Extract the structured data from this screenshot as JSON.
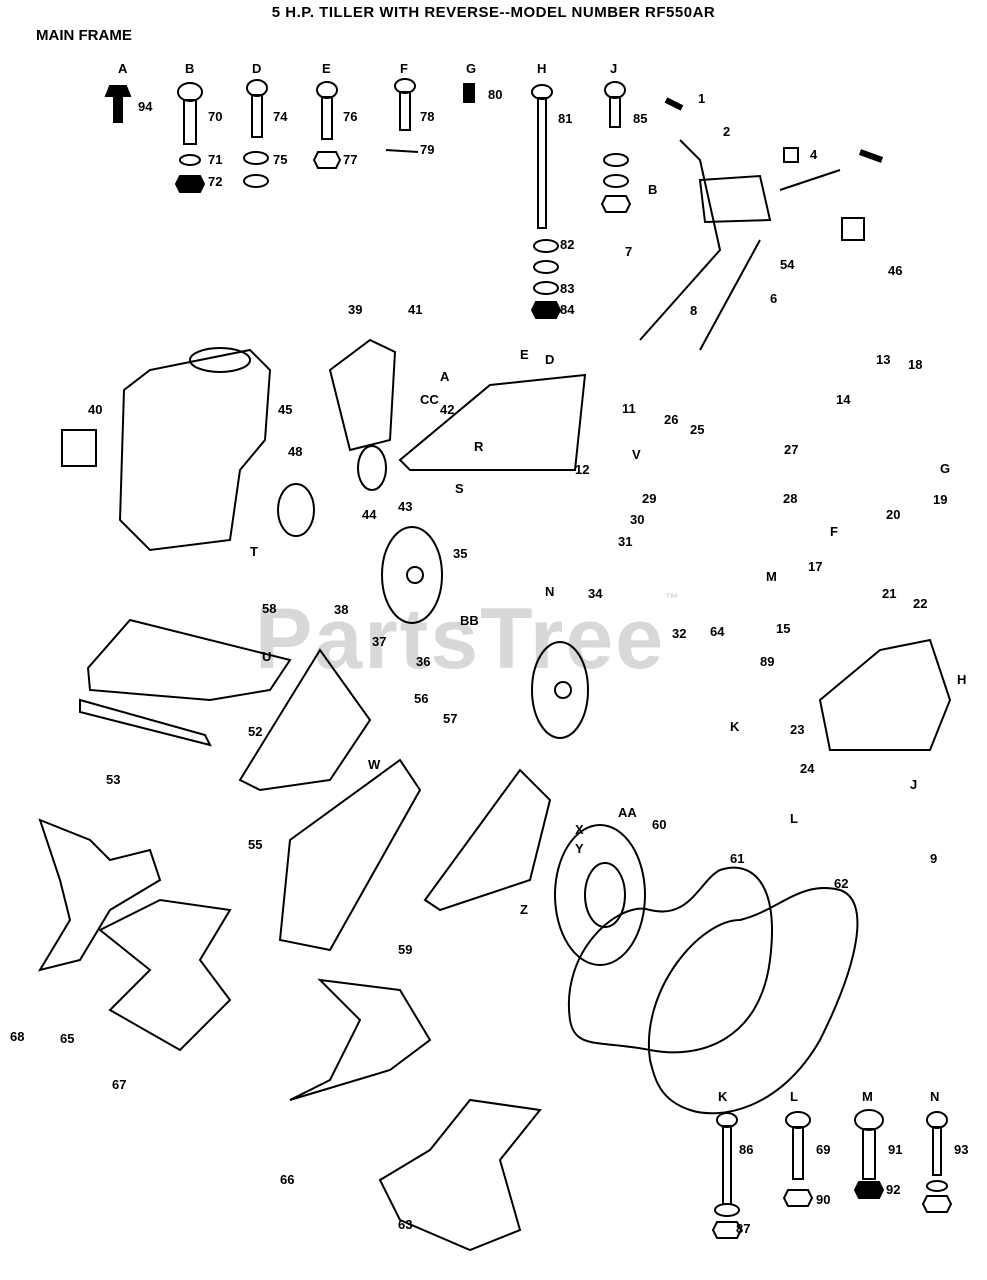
{
  "title": "5 H.P. TILLER WITH REVERSE--MODEL NUMBER RF550AR",
  "section": "MAIN FRAME",
  "watermark": "PartsTree",
  "watermark_mark": "™",
  "callouts": [
    "1",
    "2",
    "4",
    "6",
    "7",
    "8",
    "9",
    "11",
    "12",
    "13",
    "14",
    "15",
    "17",
    "18",
    "19",
    "20",
    "21",
    "22",
    "23",
    "24",
    "25",
    "26",
    "27",
    "28",
    "29",
    "30",
    "31",
    "32",
    "34",
    "35",
    "36",
    "37",
    "38",
    "39",
    "40",
    "41",
    "42",
    "43",
    "44",
    "45",
    "46",
    "48",
    "52",
    "53",
    "54",
    "55",
    "56",
    "57",
    "58",
    "59",
    "60",
    "61",
    "62",
    "63",
    "64",
    "65",
    "66",
    "67",
    "68",
    "69",
    "70",
    "71",
    "72",
    "74",
    "75",
    "76",
    "77",
    "78",
    "79",
    "80",
    "81",
    "82",
    "83",
    "84",
    "85",
    "86",
    "87",
    "89",
    "90",
    "91",
    "92",
    "93",
    "94"
  ],
  "hardware_letters": [
    "A",
    "B",
    "D",
    "E",
    "F",
    "G",
    "H",
    "J",
    "K",
    "L",
    "M",
    "N"
  ],
  "reference_letters": [
    "A",
    "B",
    "CC",
    "G",
    "H",
    "J",
    "K",
    "L",
    "M",
    "N",
    "R",
    "S",
    "T",
    "U",
    "V",
    "W",
    "X",
    "Y",
    "Z",
    "AA",
    "BB",
    "D",
    "E",
    "F"
  ]
}
